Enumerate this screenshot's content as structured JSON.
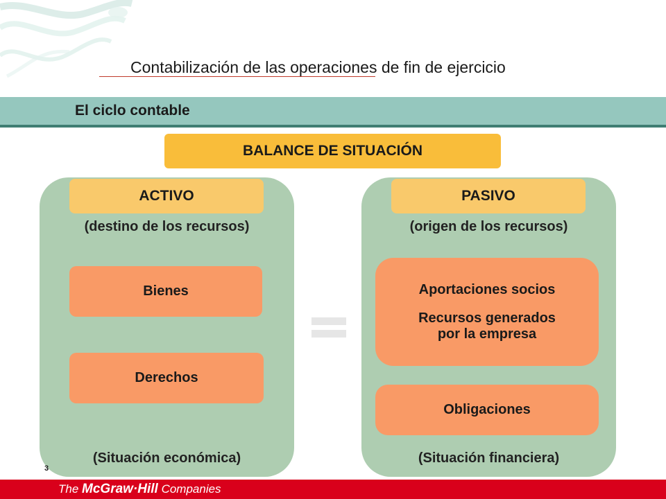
{
  "header": {
    "title": "Contabilización de las operaciones de fin de ejercicio",
    "section": "El ciclo contable"
  },
  "diagram": {
    "balance_title": "BALANCE DE SITUACIÓN",
    "activo": {
      "label": "ACTIVO",
      "subtitle": "(destino de los recursos)",
      "items": [
        "Bienes",
        "Derechos"
      ],
      "footer": "(Situación económica)"
    },
    "pasivo": {
      "label": "PASIVO",
      "subtitle": "(origen de los recursos)",
      "group_line1": "Aportaciones socios",
      "group_line2": "Recursos generados",
      "group_line3": "por la empresa",
      "obligaciones": "Obligaciones",
      "footer": "(Situación financiera)"
    },
    "equals_icon": "equals-sign-icon"
  },
  "footer": {
    "page_number": "3",
    "brand_prefix": "The ",
    "brand_name": "McGraw·Hill",
    "brand_suffix": " Companies"
  },
  "colors": {
    "section_band": "#95c7be",
    "balance_header": "#f9bd3a",
    "panel": "#aecdb1",
    "tab": "#f9c96b",
    "item": "#f99a66",
    "footer_bar": "#d9001b"
  }
}
